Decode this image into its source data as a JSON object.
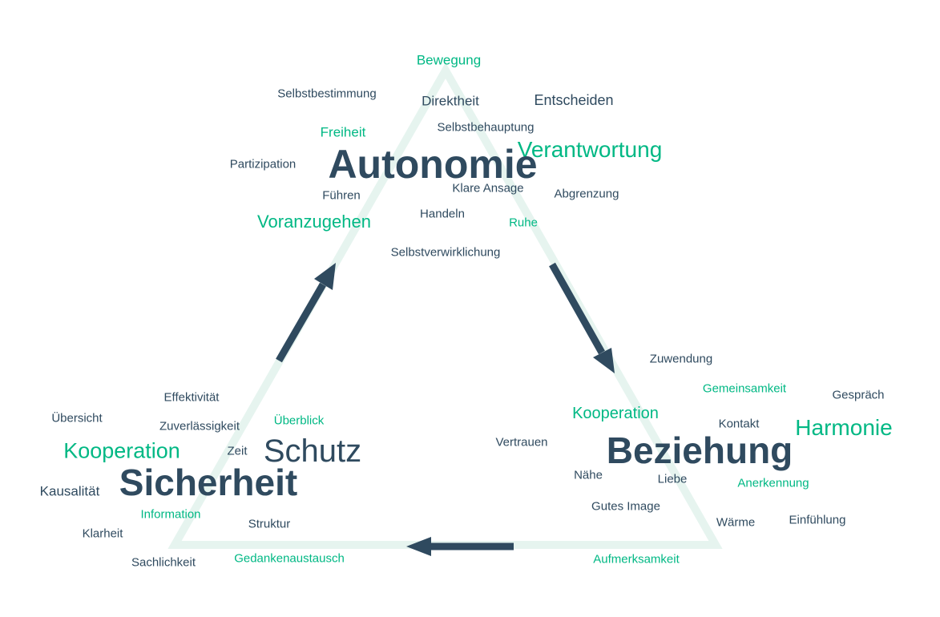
{
  "colors": {
    "dark": "#2f4a5f",
    "green": "#00b884",
    "triangle": "#e6f4ef"
  },
  "icons": [
    "arrow-up-right-icon",
    "arrow-down-right-icon",
    "arrow-left-icon"
  ],
  "words": {
    "bewegung": "Bewegung",
    "selbstbestimmung": "Selbstbestimmung",
    "direktheit": "Direktheit",
    "entscheiden": "Entscheiden",
    "selbstbehauptung": "Selbstbehauptung",
    "freiheit": "Freiheit",
    "verantwortung": "Verantwortung",
    "partizipation": "Partizipation",
    "autonomie": "Autonomie",
    "klare_ansage": "Klare Ansage",
    "abgrenzung": "Abgrenzung",
    "fuehren": "Führen",
    "handeln": "Handeln",
    "voranzugehen": "Voranzugehen",
    "ruhe": "Ruhe",
    "selbstverwirklichung": "Selbstverwirklichung",
    "zuwendung": "Zuwendung",
    "gemeinsamkeit": "Gemeinsamkeit",
    "gespraech": "Gespräch",
    "kooperation_right": "Kooperation",
    "kontakt": "Kontakt",
    "harmonie": "Harmonie",
    "vertrauen": "Vertrauen",
    "beziehung": "Beziehung",
    "naehe": "Nähe",
    "liebe": "Liebe",
    "anerkennung": "Anerkennung",
    "gutes_image": "Gutes Image",
    "waerme": "Wärme",
    "einfuehlung": "Einfühlung",
    "aufmerksamkeit": "Aufmerksamkeit",
    "effektivitaet": "Effektivität",
    "uebersicht": "Übersicht",
    "zuverlaessigkeit": "Zuverlässigkeit",
    "ueberblick": "Überblick",
    "kooperation_left": "Kooperation",
    "zeit": "Zeit",
    "schutz": "Schutz",
    "kausalitaet": "Kausalität",
    "sicherheit": "Sicherheit",
    "information": "Information",
    "klarheit": "Klarheit",
    "struktur": "Struktur",
    "sachlichkeit": "Sachlichkeit",
    "gedankenaustausch": "Gedankenaustausch"
  }
}
